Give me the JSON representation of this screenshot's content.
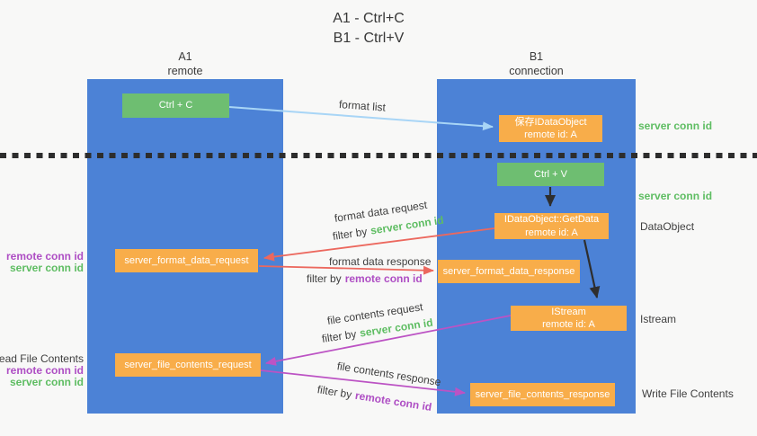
{
  "title": {
    "line1": "A1 - Ctrl+C",
    "line2": "B1 - Ctrl+V"
  },
  "lanes": {
    "a1": {
      "name": "A1",
      "subtitle": "remote"
    },
    "b1": {
      "name": "B1",
      "subtitle": "connection"
    }
  },
  "nodes": {
    "ctrl_c": {
      "label": "Ctrl + C"
    },
    "save_dataobject": {
      "line1": "保存IDataObject",
      "line2": "remote id: A"
    },
    "ctrl_v": {
      "label": "Ctrl + V"
    },
    "getdata": {
      "line1": "IDataObject::GetData",
      "line2": "remote id: A"
    },
    "format_request": {
      "label": "server_format_data_request"
    },
    "format_response": {
      "label": "server_format_data_response"
    },
    "istream": {
      "line1": "IStream",
      "line2": "remote id: A"
    },
    "file_request": {
      "label": "server_file_contents_request"
    },
    "file_response": {
      "label": "server_file_contents_response"
    }
  },
  "edge_labels": {
    "format_list": "format list",
    "filter_prefix": "filter by",
    "format_data_request": "format data request",
    "format_data_request_key": "server conn id",
    "format_data_response": "format data response",
    "format_data_response_key": "remote conn id",
    "file_contents_request": "file contents request",
    "file_contents_request_key": "server conn id",
    "file_contents_response": "file contents response",
    "file_contents_response_key": "remote conn id"
  },
  "right_annotations": {
    "server_conn_id_top": "server conn id",
    "server_conn_id_mid": "server conn id",
    "dataobject": "DataObject",
    "istream": "Istream",
    "write_file_contents": "Write File Contents"
  },
  "left_annotations": {
    "remote_conn_id_top": "remote conn id",
    "server_conn_id_top": "server conn id",
    "read_file_contents": "Read File Contents",
    "remote_conn_id_bottom": "remote conn id",
    "server_conn_id_bottom": "server conn id"
  },
  "colors": {
    "lane_blue": "#4c82d6",
    "box_green": "#6ebe71",
    "box_orange": "#f8ad4a",
    "arrow_red": "#ec685e",
    "arrow_purple": "#bc53c4",
    "arrow_light_blue": "#a8d5f6",
    "arrow_black": "#2e2e2e",
    "label_green": "#5ebd62",
    "label_purple": "#ae4ec4"
  }
}
